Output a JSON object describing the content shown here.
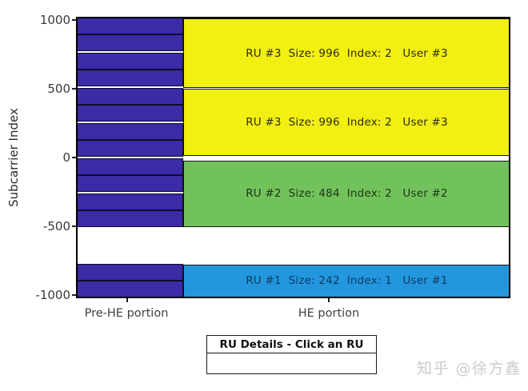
{
  "chart_data": {
    "type": "block-allocation",
    "title": "",
    "ylabel": "Subcarrier Index",
    "ylim": [
      -1024,
      1024
    ],
    "yticks": [
      1000,
      500,
      0,
      -500,
      -1000
    ],
    "grid": false,
    "x_categories": [
      "Pre-HE portion",
      "HE portion"
    ],
    "he_blocks": [
      {
        "ru": "RU #3",
        "size": 996,
        "index": 2,
        "user": "User #3",
        "label": "RU #3  Size: 996  Index: 2   User #3",
        "range": [
          504,
          1012
        ],
        "color": "#f2ef12",
        "text_color": "#2b2b10"
      },
      {
        "ru": "RU #3",
        "size": 996,
        "index": 2,
        "user": "User #3",
        "label": "RU #3  Size: 996  Index: 2   User #3",
        "range": [
          12,
          500
        ],
        "color": "#f2ef12",
        "text_color": "#2b2b10"
      },
      {
        "ru": "RU #2",
        "size": 484,
        "index": 2,
        "user": "User #2",
        "label": "RU #2  Size: 484  Index: 2   User #2",
        "range": [
          -505,
          -24
        ],
        "color": "#72c25b",
        "text_color": "#1c3517"
      },
      {
        "ru": "RU #1",
        "size": 242,
        "index": 1,
        "user": "User #1",
        "label": "RU #1  Size: 242  Index: 1   User #1",
        "range": [
          -1018,
          -778
        ],
        "color": "#2397de",
        "text_color": "#0f3a63"
      }
    ],
    "prehe": {
      "color": "#3a2ba6",
      "edge_color": "#0d0d28",
      "group_centers": [
        896,
        640,
        384,
        128,
        -128,
        -384,
        -896
      ],
      "group_half_width": 122
    }
  },
  "ru_details": {
    "title": "RU Details - Click an RU",
    "body": ""
  },
  "watermark": {
    "text": "知乎 @徐方鑫"
  }
}
